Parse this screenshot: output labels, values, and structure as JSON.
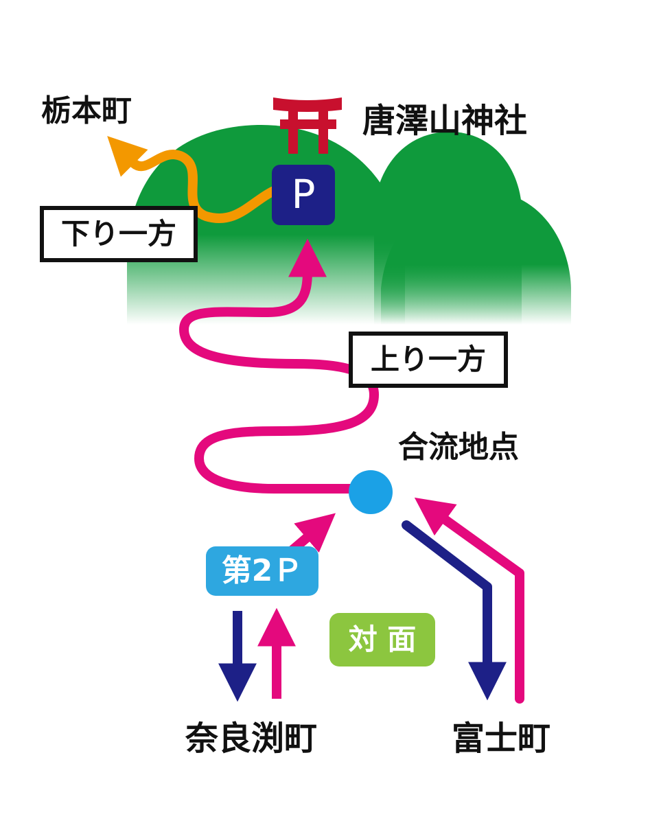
{
  "labels": {
    "tochimoto": "栃本町",
    "shrine": "唐澤山神社",
    "downhill_oneway": "下り一方",
    "uphill_oneway": "上り一方",
    "junction": "合流地点",
    "second_parking": "第2Ｐ",
    "opposite": "対 面",
    "narabuchi": "奈良渕町",
    "fuji": "富士町",
    "parking": "P"
  },
  "icons": {
    "shrine": "torii-gate-icon",
    "parking": "parking-icon",
    "junction": "junction-dot-icon"
  },
  "colors": {
    "mountain": "#0f9a3c",
    "uphill_route": "#e4097d",
    "downhill_route": "#f39800",
    "outbound_route": "#1d2087",
    "torii": "#c8102e",
    "parking_bg": "#1d2087",
    "junction_dot": "#1ba1e6",
    "second_parking_bg": "#2ea7e0",
    "opposite_bg": "#8cc63f",
    "text": "#111111"
  }
}
